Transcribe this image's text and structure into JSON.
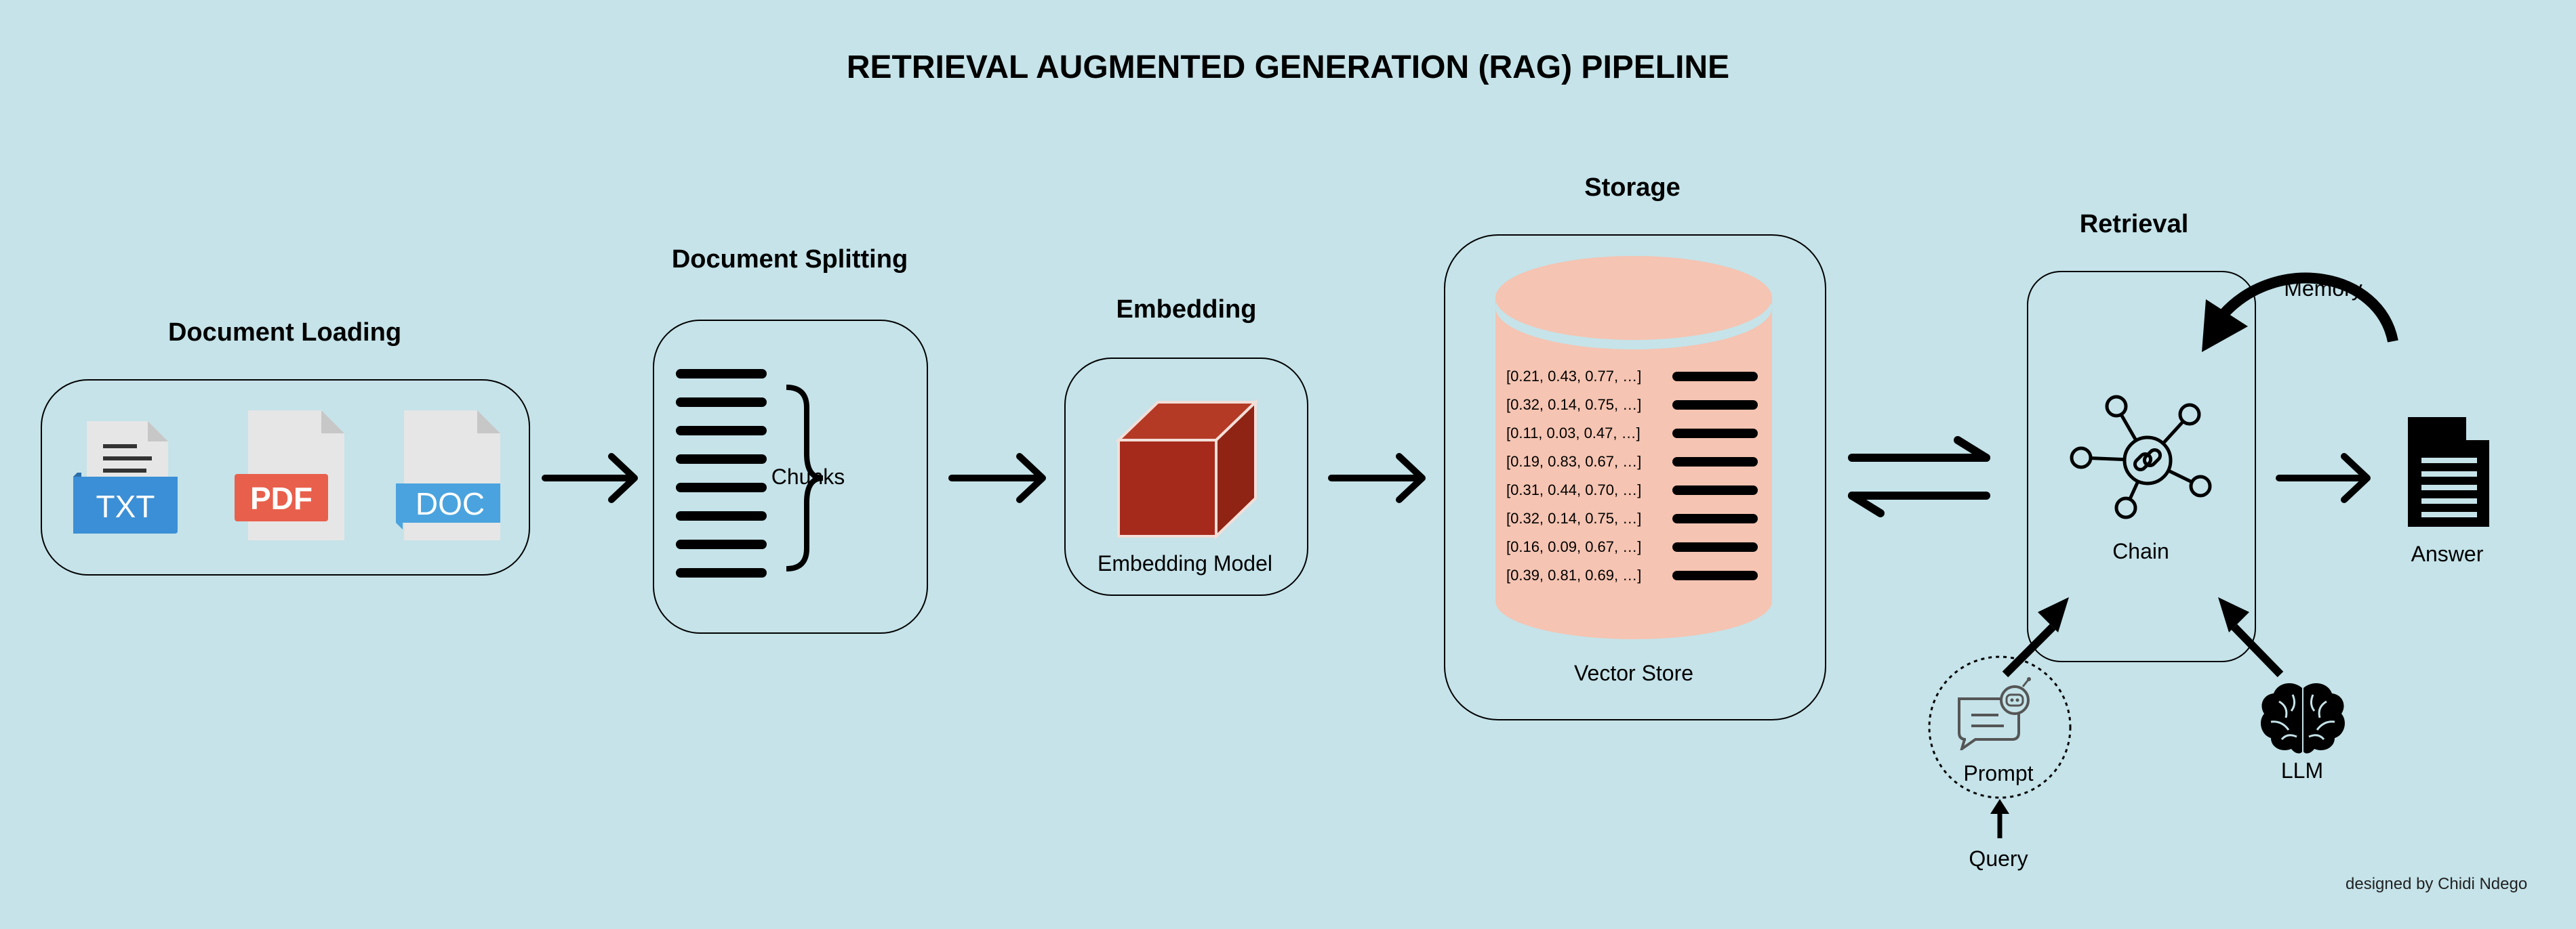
{
  "title": "RETRIEVAL AUGMENTED GENERATION (RAG) PIPELINE",
  "stages": {
    "loading": "Document Loading",
    "splitting": "Document Splitting",
    "embedding": "Embedding",
    "storage": "Storage",
    "retrieval": "Retrieval"
  },
  "file_types": [
    "TXT",
    "PDF",
    "DOC"
  ],
  "labels": {
    "chunks": "Chunks",
    "embedding_model": "Embedding Model",
    "vector_store": "Vector Store",
    "chain": "Chain",
    "answer": "Answer",
    "memory": "Memory",
    "prompt": "Prompt",
    "llm": "LLM",
    "query": "Query"
  },
  "vectors": [
    "[0.21, 0.43, 0.77, …]",
    "[0.32, 0.14, 0.75, …]",
    "[0.11, 0.03, 0.47, …]",
    "[0.19, 0.83, 0.67, …]",
    "[0.31, 0.44, 0.70, …]",
    "[0.32, 0.14, 0.75, …]",
    "[0.16, 0.09, 0.67, …]",
    "[0.39, 0.81, 0.69, …]"
  ],
  "credit": "designed by Chidi Ndego",
  "colors": {
    "background": "#c5e3e9",
    "txt_badge": "#3b8fd6",
    "pdf_badge": "#e8604c",
    "doc_badge": "#4aa3de",
    "cube": "#a52a1c",
    "vector_store": "#f5c4b2"
  }
}
